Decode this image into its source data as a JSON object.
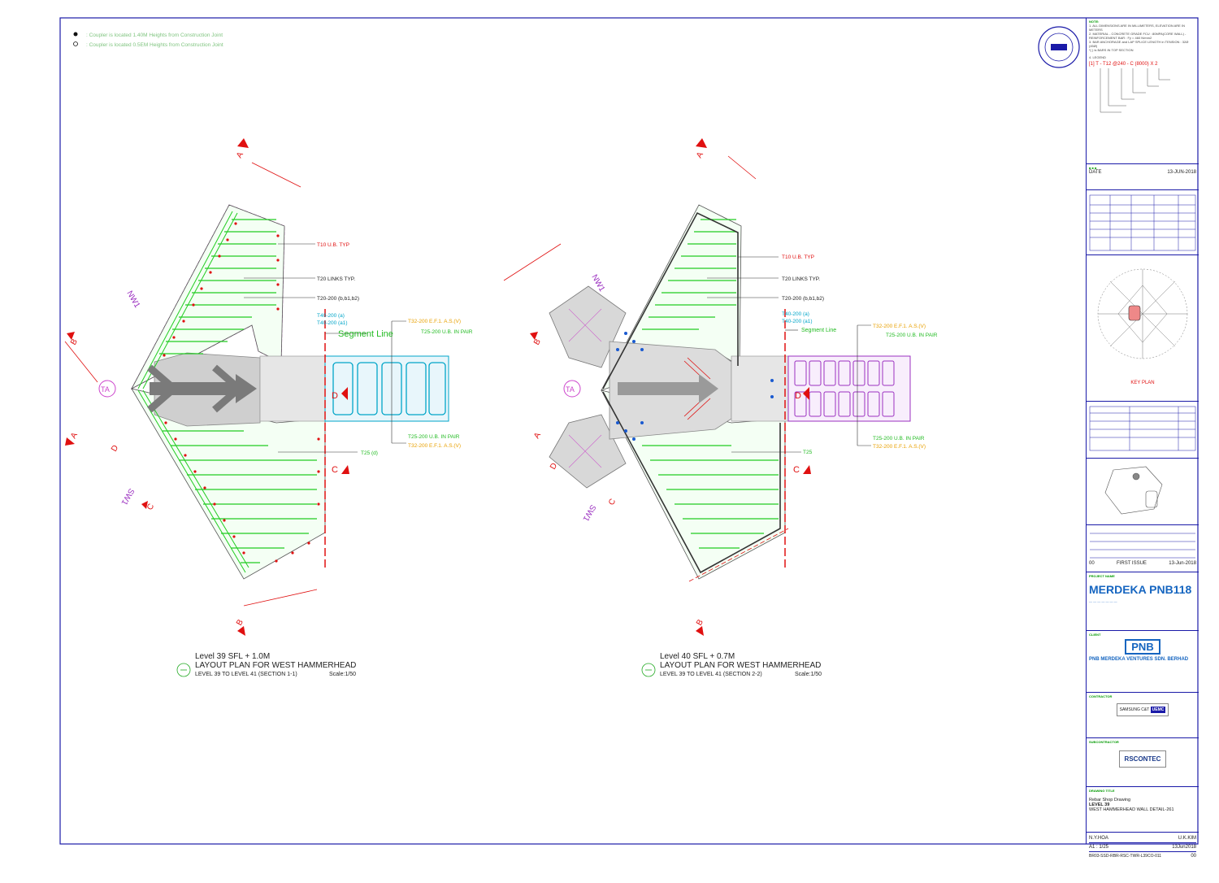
{
  "notes_top": {
    "coupler_1": ": Coupler is located 1.40M Heights from Construction Joint",
    "coupler_2": ": Coupler is located 0.5EM Heights from Construction Joint"
  },
  "plan1": {
    "title_1": "Level 39 SFL + 1.0M",
    "title_2": "LAYOUT PLAN FOR WEST HAMMERHEAD",
    "title_3": "LEVEL 39 TO LEVEL 41  (SECTION 1-1)",
    "scale": "Scale:1/50",
    "labels": {
      "t10": "T10 U.B. TYP",
      "t20links": "T20 LINKS TYP.",
      "t20": "T20-200 (b,b1,b2)",
      "t40a": "T40-200 (a)",
      "t40b": "T40-200 (a1)",
      "segment": "Segment Line",
      "t32top": "T32-200 E.F.1. A.S.(V)",
      "t25top": "T25-200 U.B. IN PAIR",
      "t25bot": "T25-200 U.B. IN PAIR",
      "t32bot": "T32-200 E.F.1. A.S.(V)",
      "t25d": "T25 (d)",
      "nw1": "NW1",
      "sw1": "SW1",
      "ta": "TA",
      "a": "A",
      "b": "B",
      "c": "C",
      "d": "D"
    }
  },
  "plan2": {
    "title_1": "Level 40 SFL + 0.7M",
    "title_2": "LAYOUT PLAN FOR WEST HAMMERHEAD",
    "title_3": "LEVEL 39 TO LEVEL 41  (SECTION 2-2)",
    "scale": "Scale:1/50",
    "labels": {
      "t10": "T10 U.B. TYP",
      "t20links": "T20 LINKS TYP.",
      "t20": "T20-200 (b,b1,b2)",
      "t40a": "T40-200 (a)",
      "t40b": "T40-200 (a1)",
      "segment": "Segment Line",
      "t32top": "T32-200 E.F.1. A.S.(V)",
      "t25top": "T25-200 U.B. IN PAIR",
      "t25bot": "T25-200 U.B. IN PAIR",
      "t32bot": "T32-200 E.F.1. A.S.(V)",
      "t25": "T25",
      "nw1": "NW1",
      "sw1": "SW1",
      "ta": "TA",
      "a": "A",
      "b": "B",
      "c": "C",
      "d": "D"
    }
  },
  "title_block": {
    "note_head": "NOTE:",
    "note_1": "1. ALL DIMENSIONS ARE IN MILLIMETERS, ELEVATION ARE IN METERS",
    "note_2": "2. MATERIAL - CONCRETE GRADE FCU : 80MPA(CORE WALL) - REINFORCEMENT BAR : Fy = 460 N/mm2",
    "note_3": "3. BAR ANCHORAGE and LAP SPLICE LENGTH in TENSION : 32Ø (45Ø)",
    "note_4": "*( ) is BARS IN TOP SECTION",
    "legend_head": "4. LEGEND",
    "legend_code": "[1]  T  -  T12  @240  -  C  (8000)  X 2",
    "key_plan": "KEY PLAN",
    "date_label": "DATE",
    "date_value": "13-JUN-2018",
    "issue_no": "00",
    "issue_desc": "FIRST ISSUE",
    "issue_date": "13-Jun-2018",
    "project_label": "PROJECT NAME",
    "project": "MERDEKA PNB118",
    "client_label": "CLIENT",
    "client_logo": "PNB",
    "client": "PNB MERDEKA VENTURES SDN. BERHAD",
    "contractor_label": "CONTRACTOR",
    "contractor_1": "SAMSUNG C&T",
    "contractor_2": "UEMC",
    "subcon_label": "SUBCONTRACTOR",
    "subcon": "RSCONTEC",
    "drawing_title_label": "DRAWING TITLE",
    "dt_1": "Rebar Shop Drawing",
    "dt_2": "LEVEL 39",
    "dt_3": "WEST HAMMERHEAD WALL DETAIL-261",
    "drawn_by": "N.Y.HOA",
    "checked_by": "U.K.KIM",
    "scale": "A1 : 1/25",
    "date": "13Jun2018",
    "drawing_no": "BR03-SSD-RBR-RSC-TWR-L39CO-011",
    "rev": "00"
  },
  "colors": {
    "frame": "#1a1aa8",
    "red": "#e01010",
    "green": "#22cc22",
    "cyan": "#00a5c8",
    "orange": "#e8a000",
    "purple": "#9b30c0",
    "gray": "#bdbdbd"
  }
}
